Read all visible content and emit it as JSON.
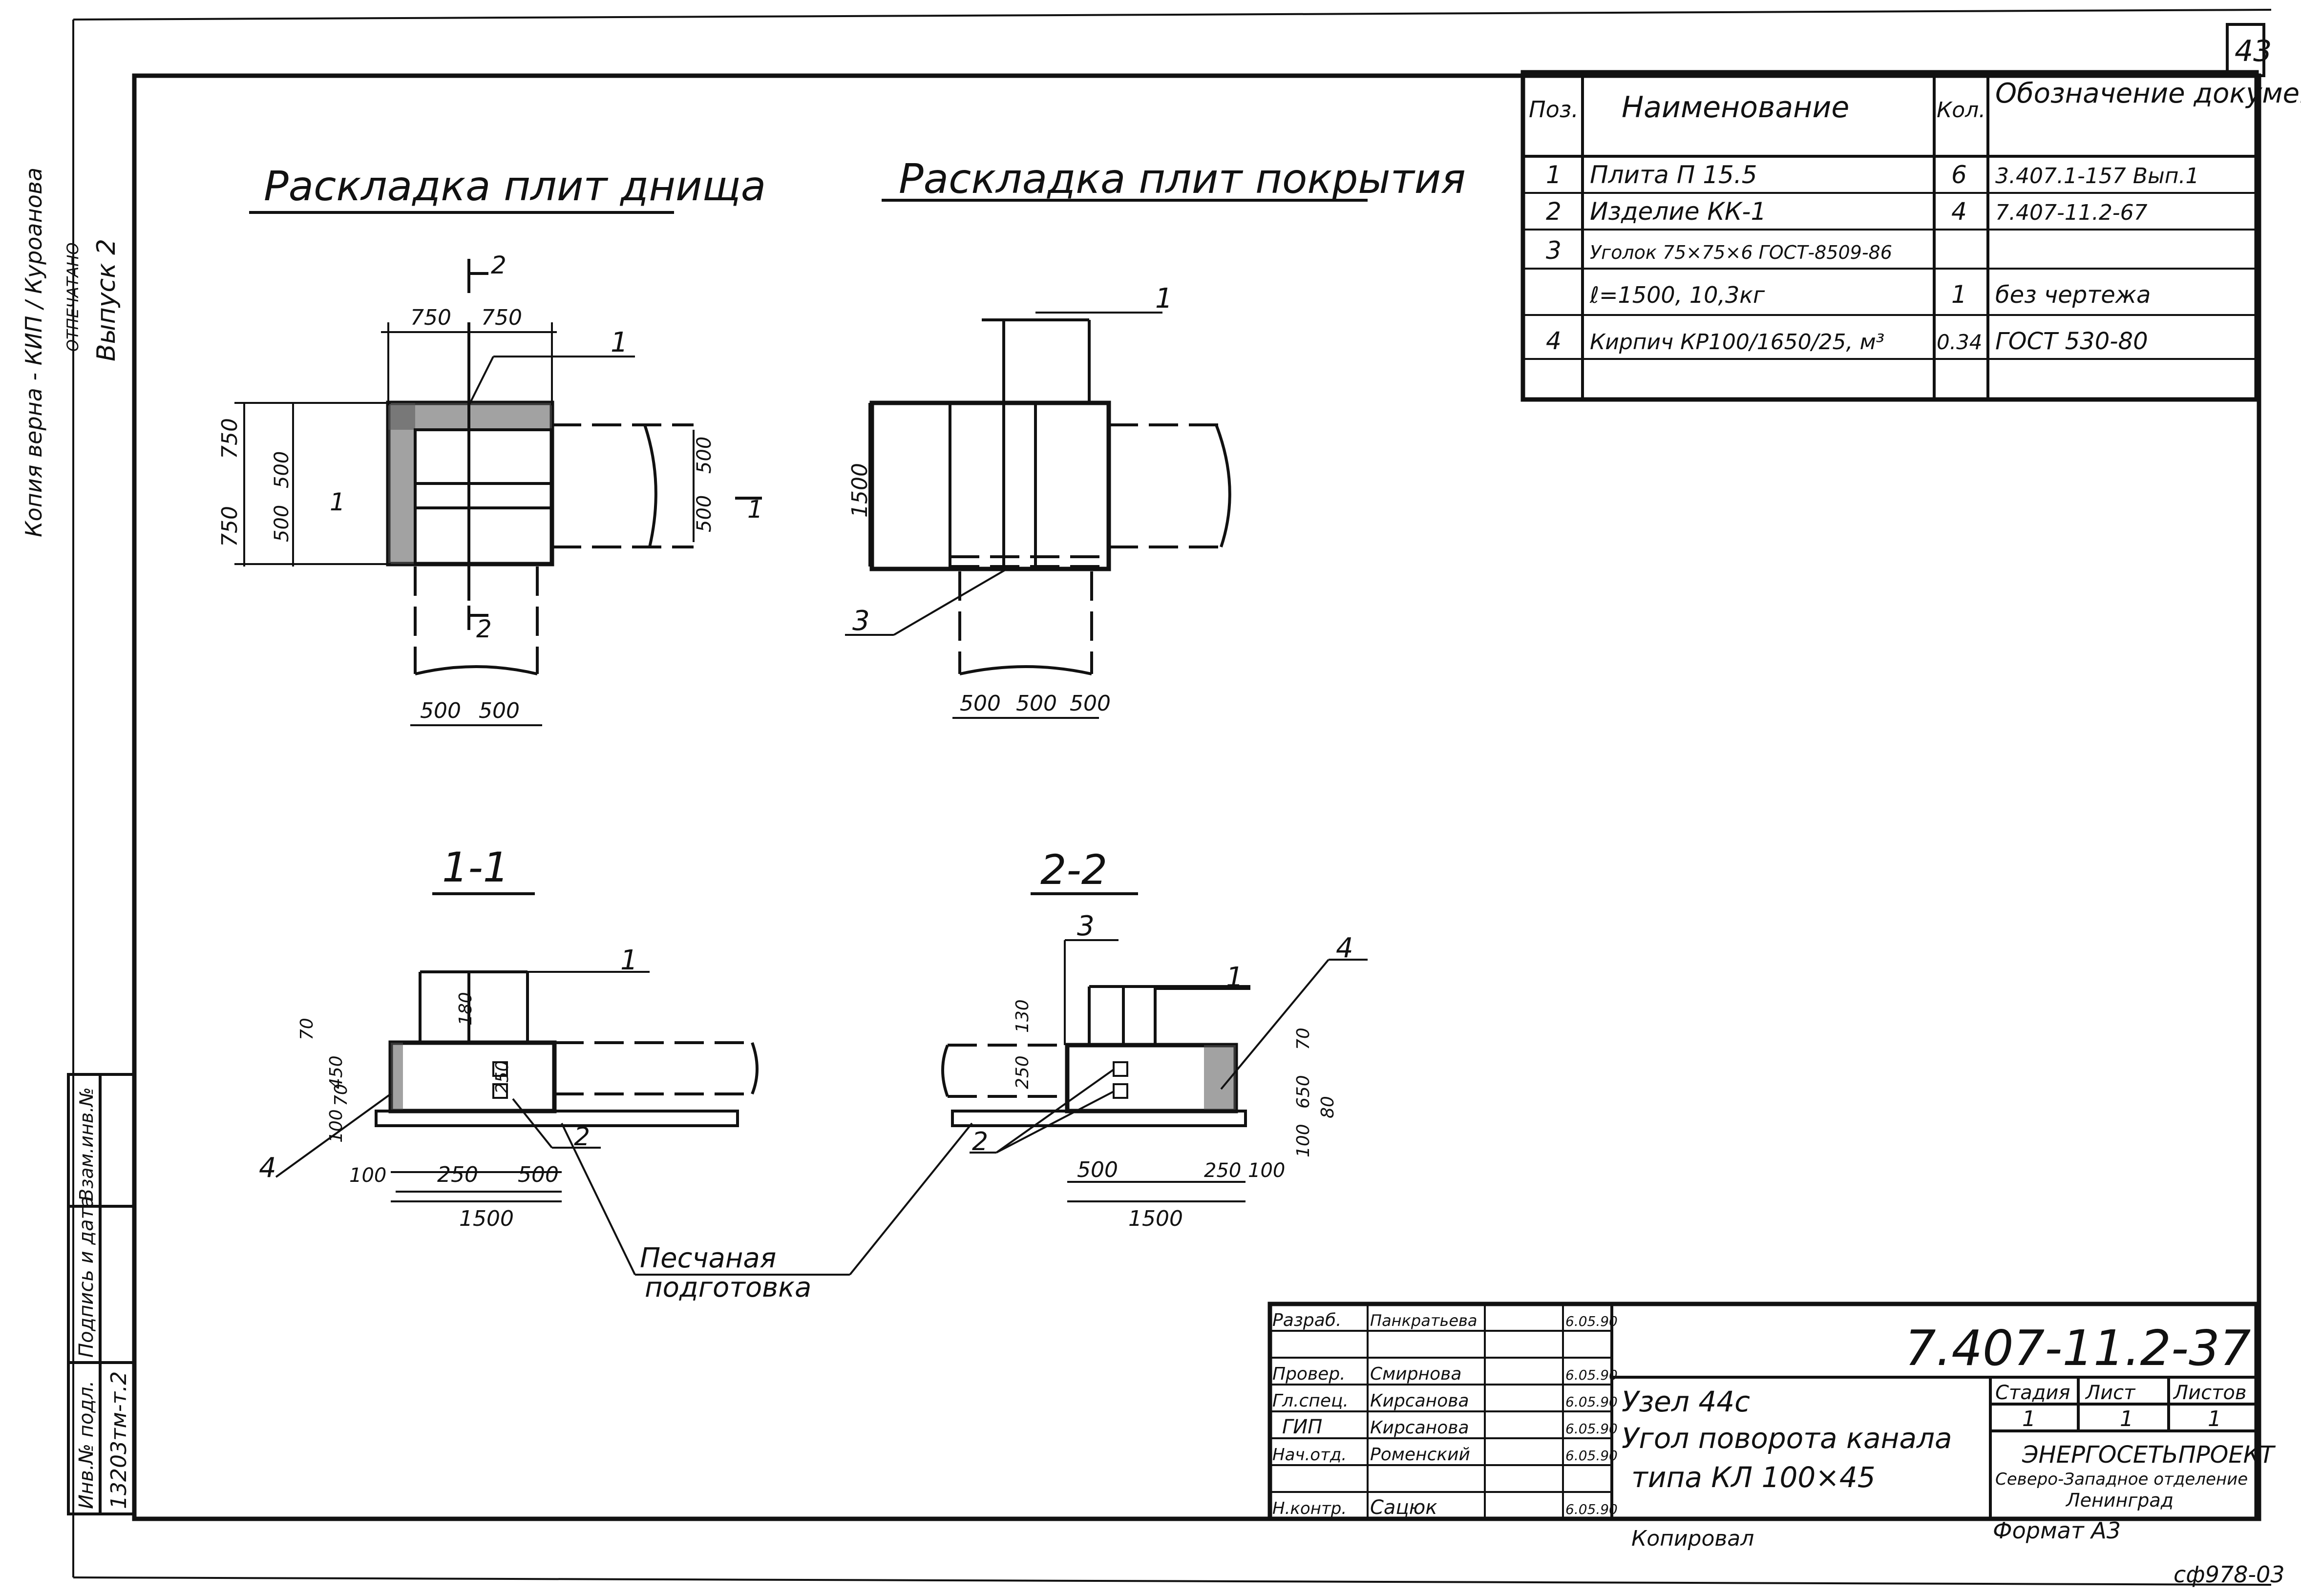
{
  "sheet_number": "43",
  "margin_notes": {
    "top_left_text": "Копия верна - КИП / Куроанова",
    "stamp_small": "ОТПЕЧАТАНО",
    "issue": "Выпуск 2"
  },
  "left_strip": {
    "inv_no_label": "Инв.№ подл.",
    "inv_no_value": "13203тм-т.2",
    "sign_date_label": "Подпись и дата",
    "replaced_label": "Взам.инв.№"
  },
  "views": {
    "bottom_plan_title": "Раскладка плит днища",
    "cover_plan_title": "Раскладка плит покрытия",
    "section_1_title": "1-1",
    "section_2_title": "2-2"
  },
  "callouts": {
    "pos1": "1",
    "pos2": "2",
    "pos3": "3",
    "pos4": "4",
    "cut1": "1",
    "cut2": "2",
    "sand": "Песчаная",
    "sand2": "подготовка"
  },
  "dims": {
    "d750": "750",
    "d500": "500",
    "d1500": "1500",
    "d100": "100",
    "d250": "250",
    "d70": "70",
    "d450": "450",
    "d180": "180",
    "d130": "130",
    "d650": "650",
    "d80": "80"
  },
  "spec_table": {
    "headers": [
      "Поз.",
      "Наименование",
      "Кол.",
      "Обозначение документа"
    ],
    "rows": [
      {
        "pos": "1",
        "name": "Плита П 15.5",
        "qty": "6",
        "doc": "3.407.1-157 Вып.1"
      },
      {
        "pos": "2",
        "name": "Изделие КК-1",
        "qty": "4",
        "doc": "7.407-11.2-67"
      },
      {
        "pos": "3",
        "name": "Уголок 75×75×6 ГОСТ-8509-86",
        "qty": "",
        "doc": ""
      },
      {
        "pos": "",
        "name": "ℓ=1500, 10,3кг",
        "qty": "1",
        "doc": "без чертежа"
      },
      {
        "pos": "4",
        "name": "Кирпич КР100/1650/25, м³",
        "qty": "0.34",
        "doc": "ГОСТ 530-80"
      },
      {
        "pos": "",
        "name": "",
        "qty": "",
        "doc": ""
      }
    ]
  },
  "title_block": {
    "doc_code": "7.407-11.2-37",
    "title_line1": "Узел 44с",
    "title_line2": "Угол поворота канала",
    "title_line3": "типа КЛ 100×45",
    "stage_label": "Стадия",
    "sheet_label": "Лист",
    "sheets_label": "Листов",
    "stage_value": "1",
    "sheet_value": "1",
    "sheets_value": "1",
    "org_name": "ЭНЕРГОСЕТЬПРОЕКТ",
    "org_sub1": "Северо-Западное отделение",
    "org_sub2": "Ленинград",
    "people": [
      {
        "role": "Разраб.",
        "name": "Панкратьева",
        "date": "6.05.90"
      },
      {
        "role": "",
        "name": "",
        "date": ""
      },
      {
        "role": "Провер.",
        "name": "Смирнова",
        "date": "6.05.90"
      },
      {
        "role": "Гл.спец.",
        "name": "Кирсанова",
        "date": "6.05.90"
      },
      {
        "role": "ГИП",
        "name": "Кирсанова",
        "date": "6.05.90"
      },
      {
        "role": "Нач.отд.",
        "name": "Роменский",
        "date": "6.05.90"
      },
      {
        "role": "",
        "name": "",
        "date": ""
      },
      {
        "role": "Н.контр.",
        "name": "Сацюк",
        "date": "6.05.90"
      }
    ],
    "copied_label": "Копировал",
    "format_label": "Формат А3",
    "archive_code": "сф978-03"
  }
}
